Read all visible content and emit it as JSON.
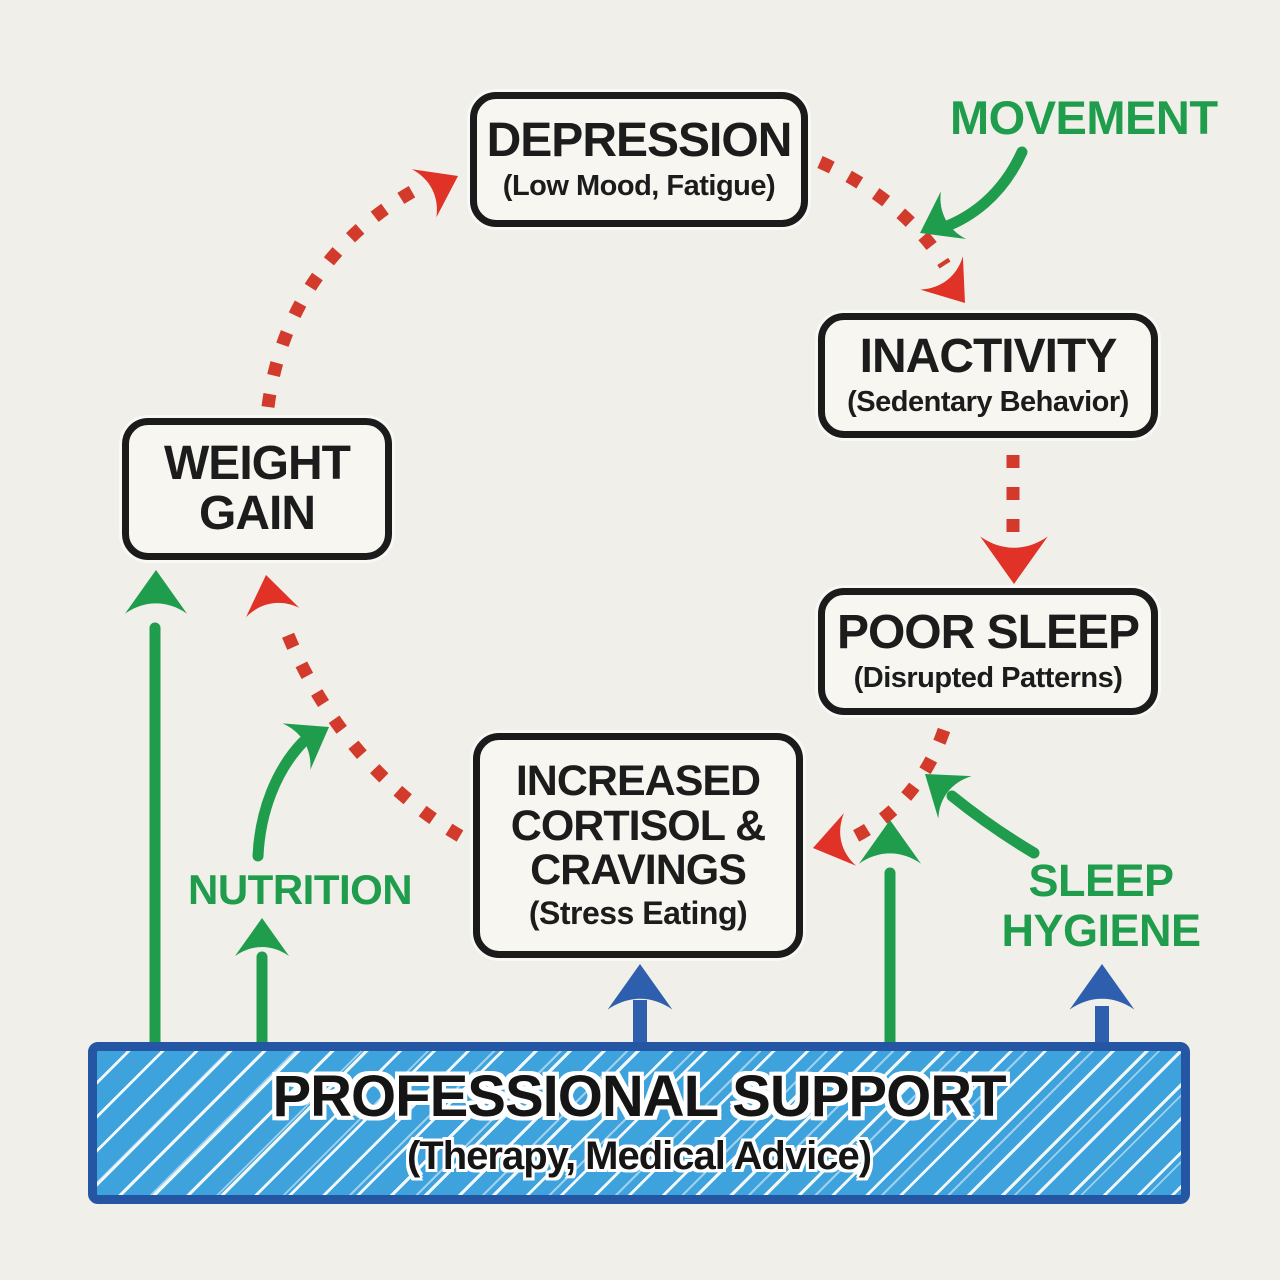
{
  "diagram_title": "Depression / inactivity / poor sleep / weight gain cycle with interventions",
  "nodes": {
    "depression": {
      "title": "DEPRESSION",
      "subtitle": "(Low Mood, Fatigue)"
    },
    "inactivity": {
      "title": "INACTIVITY",
      "subtitle": "(Sedentary Behavior)"
    },
    "poor_sleep": {
      "title": "POOR SLEEP",
      "subtitle": "(Disrupted Patterns)"
    },
    "cortisol": {
      "title": "INCREASED CORTISOL & CRAVINGS",
      "subtitle": "(Stress Eating)"
    },
    "weight_gain": {
      "title": "WEIGHT GAIN",
      "subtitle": ""
    }
  },
  "interventions": {
    "movement": "MOVEMENT",
    "nutrition": "NUTRITION",
    "sleep_hygiene_line1": "SLEEP",
    "sleep_hygiene_line2": "HYGIENE"
  },
  "support": {
    "title": "PROFESSIONAL SUPPORT",
    "subtitle": "(Therapy, Medical Advice)"
  },
  "edges": [
    {
      "from": "weight_gain",
      "to": "depression",
      "style": "dotted",
      "color": "red"
    },
    {
      "from": "depression",
      "to": "inactivity",
      "style": "dotted",
      "color": "red"
    },
    {
      "from": "inactivity",
      "to": "poor_sleep",
      "style": "dotted",
      "color": "red"
    },
    {
      "from": "poor_sleep",
      "to": "cortisol",
      "style": "dotted",
      "color": "red"
    },
    {
      "from": "cortisol",
      "to": "weight_gain",
      "style": "dotted",
      "color": "red"
    },
    {
      "from": "movement",
      "to": "depression-inactivity link",
      "style": "solid",
      "color": "green"
    },
    {
      "from": "nutrition",
      "to": "cortisol-weight_gain link",
      "style": "solid",
      "color": "green"
    },
    {
      "from": "sleep_hygiene",
      "to": "poor_sleep-cortisol link",
      "style": "solid",
      "color": "green"
    },
    {
      "from": "professional_support",
      "to": "weight_gain",
      "style": "solid",
      "color": "green"
    },
    {
      "from": "professional_support",
      "to": "nutrition",
      "style": "solid",
      "color": "green"
    },
    {
      "from": "professional_support",
      "to": "poor_sleep",
      "style": "solid",
      "color": "green"
    },
    {
      "from": "professional_support",
      "to": "cortisol",
      "style": "solid",
      "color": "blue"
    },
    {
      "from": "professional_support",
      "to": "sleep_hygiene",
      "style": "solid",
      "color": "blue"
    }
  ],
  "colors": {
    "background": "#f0efe9",
    "node_border": "#1b1b1b",
    "cycle_red": "#d23a2c",
    "arrowhead_red": "#e03226",
    "intervention_green": "#1f9c4c",
    "support_arrow_blue": "#2e5faf",
    "support_bar_fill": "#3ea2dc",
    "support_bar_border": "#2456a4"
  }
}
